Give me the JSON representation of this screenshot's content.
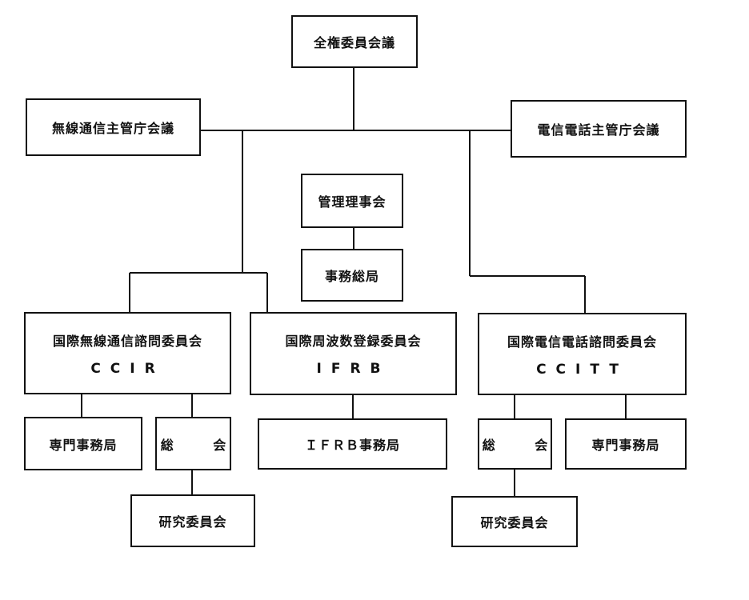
{
  "org_chart": {
    "plenipotentiary": "全権委員会議",
    "radio_admin_conf": "無線通信主管庁会議",
    "telegraph_admin_conf": "電信電話主管庁会議",
    "admin_council": "管理理事会",
    "general_secretariat": "事務総局",
    "ccir": {
      "name": "国際無線通信諮問委員会",
      "code": "CCIR",
      "secretariat": "専門事務局",
      "plenary": "総 会",
      "study_groups": "研究委員会"
    },
    "ifrb": {
      "name": "国際周波数登録委員会",
      "code": "IFRB",
      "secretariat": "ＩＦＲＢ事務局"
    },
    "ccitt": {
      "name": "国際電信電話諮問委員会",
      "code": "CCITT",
      "plenary": "総 会",
      "secretariat": "専門事務局",
      "study_groups": "研究委員会"
    }
  }
}
